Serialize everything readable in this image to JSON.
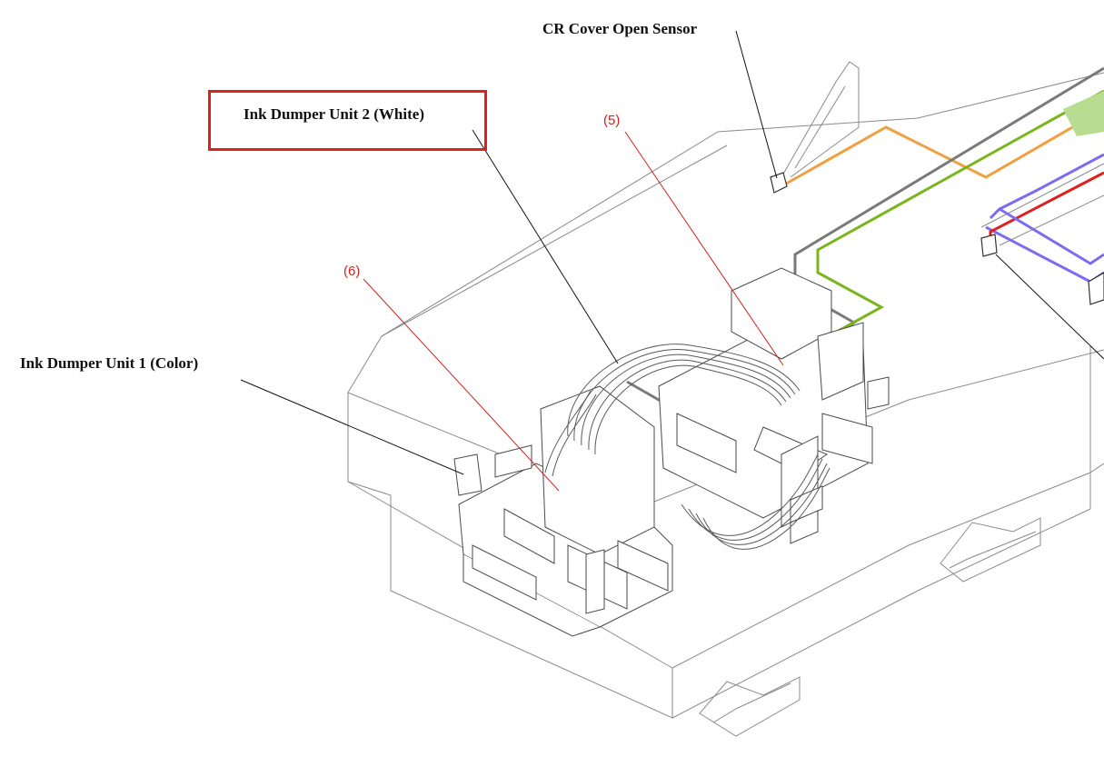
{
  "callouts": {
    "cr_cover_sensor": "CR Cover Open Sensor",
    "ink_dumper_white": "Ink Dumper Unit 2 (White)",
    "ink_dumper_color": "Ink Dumper Unit 1 (Color)",
    "ref_5": "(5)",
    "ref_6": "(6)"
  },
  "colors": {
    "highlight": "#e0201a",
    "callout_ref": "#d0231e",
    "cable_gray": "#7a7a7a",
    "cable_green": "#7ab51d",
    "cable_orange": "#f0a040",
    "cable_blue": "#7b6cf0",
    "cable_red": "#e02020",
    "outline": "#555555"
  }
}
